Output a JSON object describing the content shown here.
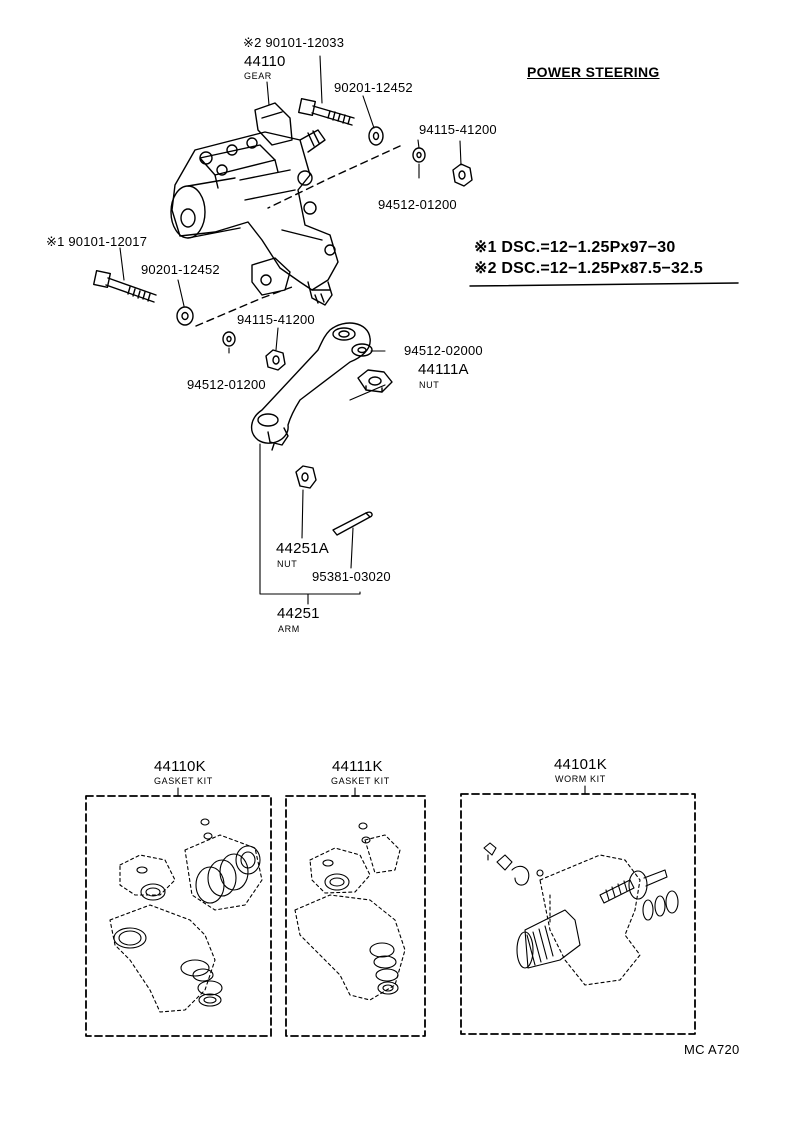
{
  "title": "POWER STEERING",
  "notes": [
    "※1 DSC.=12−1.25Px97−30",
    "※2 DSC.=12−1.25Px87.5−32.5"
  ],
  "parts": {
    "bolt_2": "※2 90101-12033",
    "gear_no": "44110",
    "gear_name": "GEAR",
    "washer_top": "90201-12452",
    "nut_top": "94115-41200",
    "lockwasher_top": "94512-01200",
    "bolt_1": "※1 90101-12017",
    "washer_mid": "90201-12452",
    "nut_mid": "94115-41200",
    "lockwasher_mid": "94512-01200",
    "lockwasher_arm": "94512-02000",
    "arm_nut_no": "44111A",
    "arm_nut_name": "NUT",
    "ball_nut_no": "44251A",
    "ball_nut_name": "NUT",
    "cotter_pin": "95381-03020",
    "arm_no": "44251",
    "arm_name": "ARM"
  },
  "kits": [
    {
      "no": "44110K",
      "name": "GASKET KIT"
    },
    {
      "no": "44111K",
      "name": "GASKET KIT"
    },
    {
      "no": "44101K",
      "name": "WORM KIT"
    }
  ],
  "ref_code": "MC A720"
}
